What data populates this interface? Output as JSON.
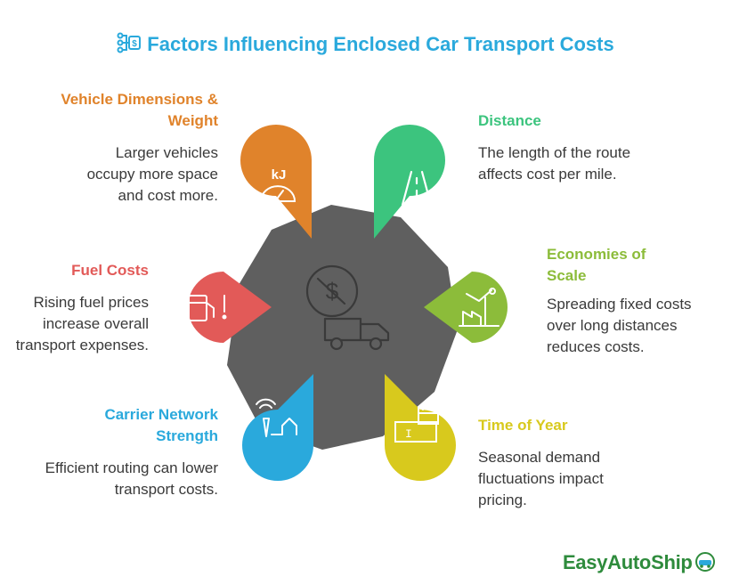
{
  "title": "Factors Influencing Enclosed Car Transport Costs",
  "factors": [
    {
      "heading": "Vehicle Dimensions & Weight",
      "description": "Larger vehicles occupy more space and cost more.",
      "color": "#e0832b",
      "icon": "gauge-icon",
      "icon_text": "kJ"
    },
    {
      "heading": "Distance",
      "description": "The length of the route affects cost per mile.",
      "color": "#3cc47e",
      "icon": "road-icon"
    },
    {
      "heading": "Economies of Scale",
      "description": "Spreading fixed costs over long distances reduces costs.",
      "color": "#8cbc3a",
      "icon": "factory-icon"
    },
    {
      "heading": "Time of Year",
      "description": "Seasonal demand fluctuations impact pricing.",
      "color": "#d8c91d",
      "icon": "calendar-icon"
    },
    {
      "heading": "Carrier Network Strength",
      "description": "Efficient routing can lower transport costs.",
      "color": "#2aa9dc",
      "icon": "tower-icon"
    },
    {
      "heading": "Fuel Costs",
      "description": "Rising fuel prices increase overall transport expenses.",
      "color": "#e25a58",
      "icon": "fuel-pump-icon"
    }
  ],
  "center": {
    "color": "#5f5f5f",
    "icon": "dollar-truck-icon"
  },
  "logo": {
    "text": "EasyAutoShip",
    "color": "#2e8b3c"
  }
}
